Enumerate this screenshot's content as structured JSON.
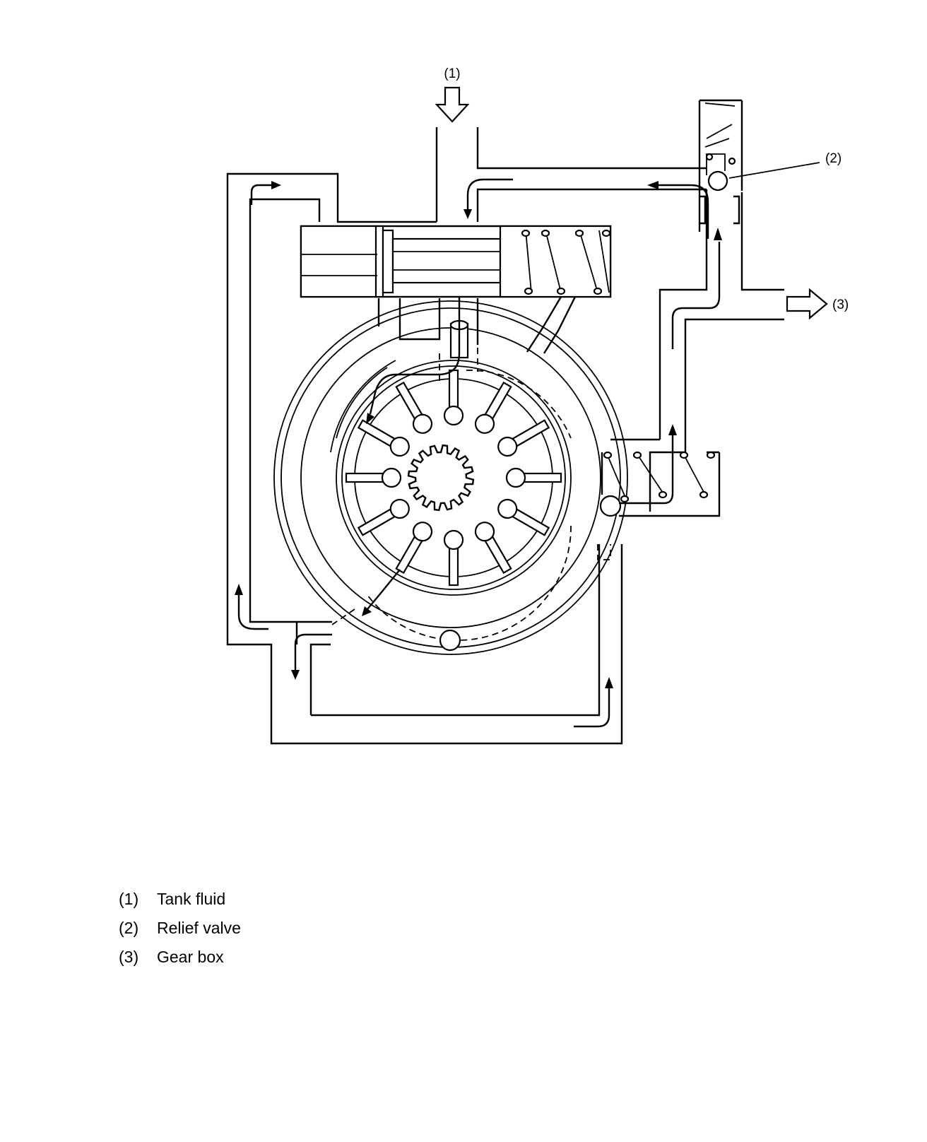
{
  "diagram": {
    "callouts": [
      {
        "id": "1",
        "label": "(1)"
      },
      {
        "id": "2",
        "label": "(2)"
      },
      {
        "id": "3",
        "label": "(3)"
      }
    ]
  },
  "legend": {
    "items": [
      {
        "num": "(1)",
        "text": "Tank fluid"
      },
      {
        "num": "(2)",
        "text": "Relief valve"
      },
      {
        "num": "(3)",
        "text": "Gear box"
      }
    ]
  }
}
